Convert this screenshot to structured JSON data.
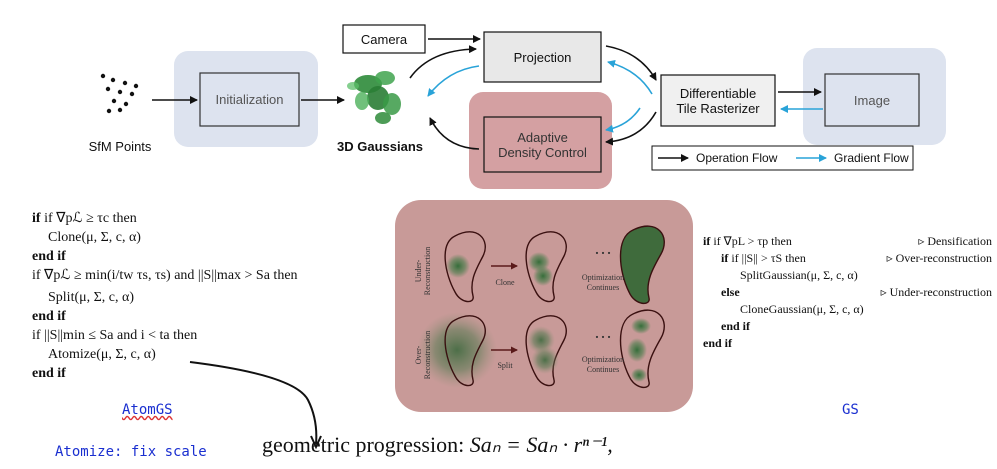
{
  "pipeline": {
    "sfm_label": "SfM Points",
    "initialization": "Initialization",
    "gaussians_label": "3D Gaussians",
    "camera": "Camera",
    "projection": "Projection",
    "adaptive_line1": "Adaptive",
    "adaptive_line2": "Density Control",
    "rasterizer_line1": "Differentiable",
    "rasterizer_line2": "Tile Rasterizer",
    "image": "Image",
    "legend_operation": "Operation Flow",
    "legend_gradient": "Gradient Flow",
    "colors": {
      "operation": "#111111",
      "gradient": "#29a3d8",
      "blue_region": "#dde3ef",
      "red_region": "#d4a0a2",
      "gaussian_green": "#2e8b3a"
    }
  },
  "atomgs": {
    "lines": [
      "if ∇pℒ ≥ τc then",
      "Clone(μ, Σ, c, α)",
      "end if",
      "if ∇pℒ ≥ min(i/tw τs, τs) and ||S||max > Sa then",
      "Split(μ, Σ, c, α)",
      "end if",
      "if ||S||min ≤ Sa and i < ta then",
      "Atomize(μ, Σ, c, α)",
      "end if"
    ],
    "label": "AtomGS",
    "note": "Atomize: fix scale",
    "formula_prefix": "geometric progression:",
    "formula": "Saₙ = Saₙ · rⁿ⁻¹,"
  },
  "illustration": {
    "row1_side": "Under-Reconstruction",
    "row2_side": "Over-Reconstruction",
    "clone": "Clone",
    "split": "Split",
    "ellipsis": "…",
    "opt_line1": "Optimization",
    "opt_line2": "Continues"
  },
  "gs": {
    "lines": [
      "if ∇pL > τp then",
      "if ||S|| > τS then",
      "SplitGaussian(μ, Σ, c, α)",
      "else",
      "CloneGaussian(μ, Σ, c, α)",
      "end if",
      "end if"
    ],
    "comments": [
      "▹ Densification",
      "▹ Over-reconstruction",
      "▹ Under-reconstruction"
    ],
    "label": "GS"
  }
}
